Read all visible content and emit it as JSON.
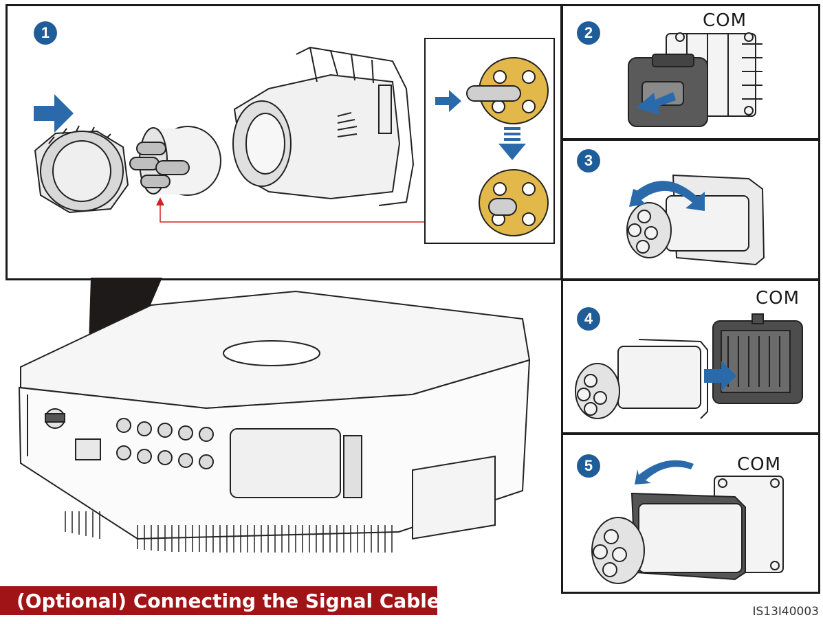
{
  "steps": [
    {
      "number": "1"
    },
    {
      "number": "2",
      "port_label": "COM"
    },
    {
      "number": "3"
    },
    {
      "number": "4",
      "port_label": "COM"
    },
    {
      "number": "5",
      "port_label": "COM"
    }
  ],
  "caption": "(Optional) Connecting the Signal Cable",
  "figure_id": "IS13I40003",
  "colors": {
    "badge": "#1f5d99",
    "arrow": "#2a6aab",
    "caption_bg": "#a01316",
    "seal": "#e2b84a",
    "callout_line": "#d42020"
  }
}
